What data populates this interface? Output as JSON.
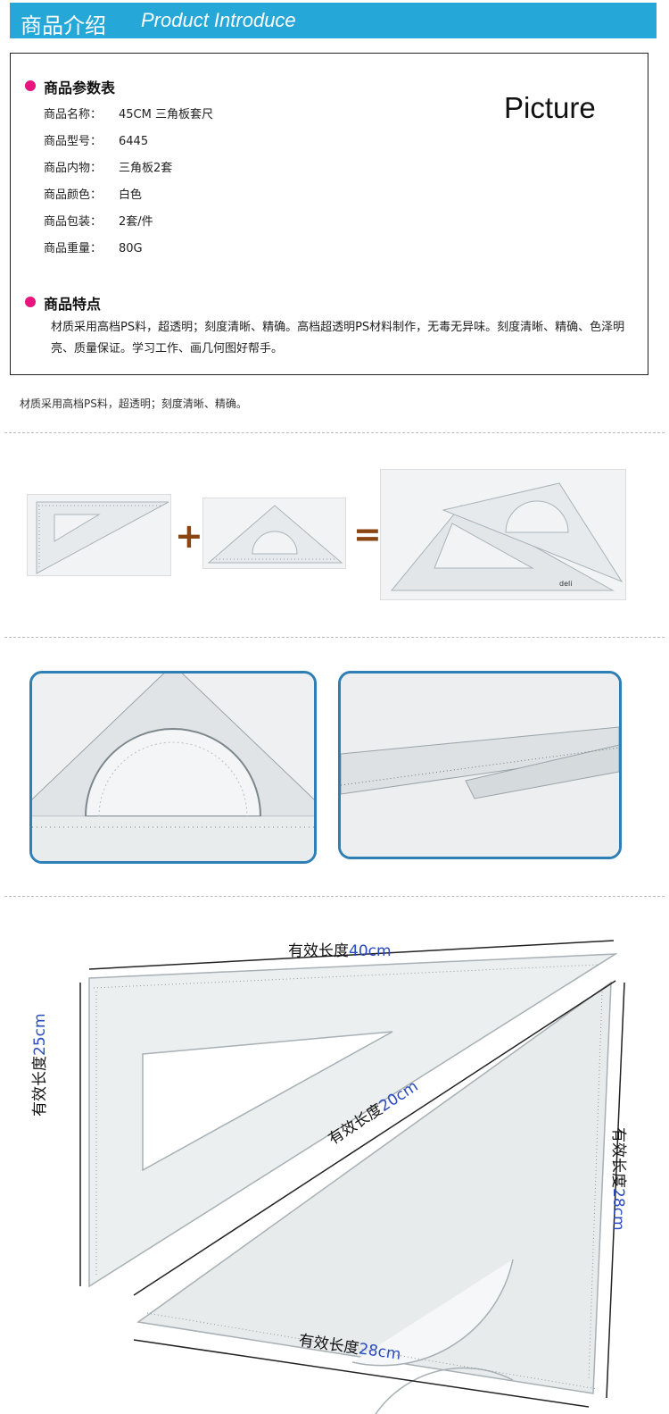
{
  "header": {
    "title_cn": "商品介绍",
    "title_en": "Product Introduce"
  },
  "spec": {
    "section_title": "商品参数表",
    "rows": [
      {
        "label": "商品名称：",
        "value": "45CM 三角板套尺"
      },
      {
        "label": "商品型号：",
        "value": "6445"
      },
      {
        "label": "商品内物：",
        "value": "三角板2套"
      },
      {
        "label": "商品颜色：",
        "value": "白色"
      },
      {
        "label": "商品包装：",
        "value": "2套/件"
      },
      {
        "label": "商品重量：",
        "value": "80G"
      }
    ],
    "picture_label": "Picture",
    "feature_title": "商品特点",
    "feature_text": "材质采用高档PS料，超透明；刻度清晰、精确。高档超透明PS材料制作，无毒无异味。刻度清晰、精确、色泽明亮、质量保证。学习工作、画几何图好帮手。"
  },
  "caption": "材质采用高档PS料，超透明；刻度清晰、精确。",
  "combo": {
    "plus": "+",
    "equals": "="
  },
  "dimensions": {
    "top": {
      "prefix": "有效长度",
      "value": "40cm"
    },
    "left": {
      "prefix": "有效长度",
      "value": "25cm"
    },
    "middle": {
      "prefix": "有效长度",
      "value": "20cm"
    },
    "right": {
      "prefix": "有效长度",
      "value": "28cm"
    },
    "bottom": {
      "prefix": "有效长度",
      "value": "28cm"
    }
  },
  "brand": "deli",
  "colors": {
    "header": "#25a8d8",
    "bullet": "#e8157e",
    "operator": "#8b4513",
    "dimension_number": "#2a4bbd",
    "photo_border": "#2e7fb6"
  }
}
